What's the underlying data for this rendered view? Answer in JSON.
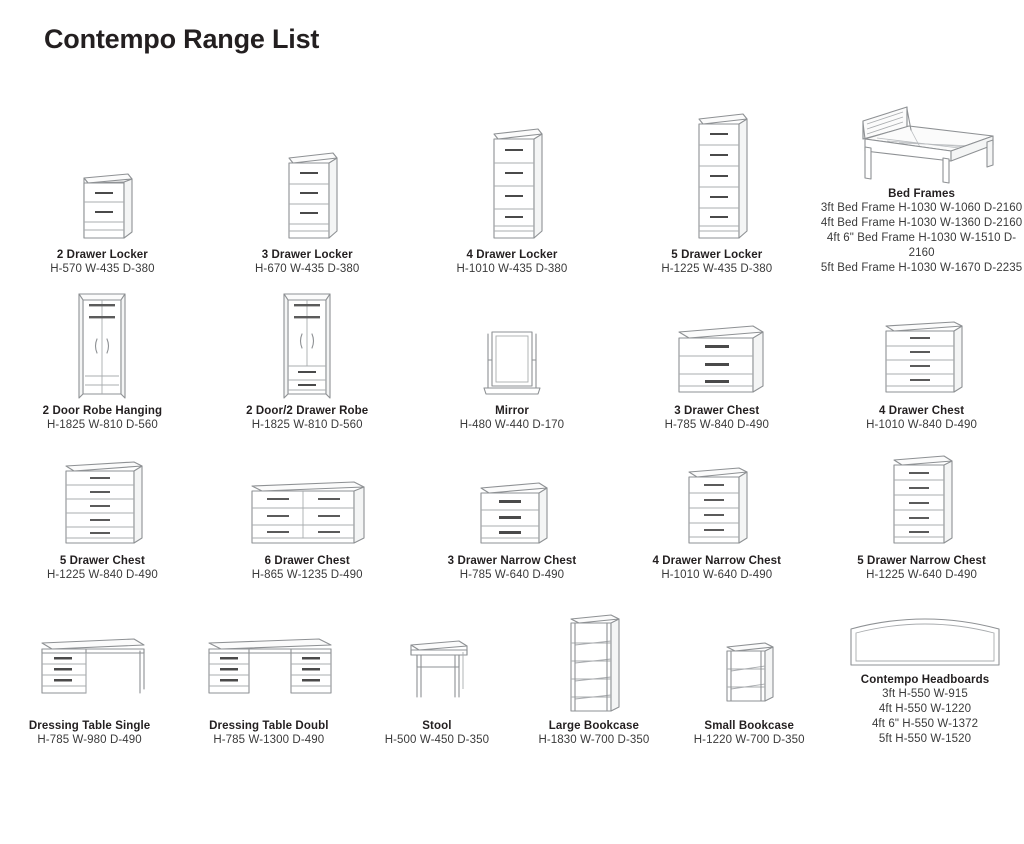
{
  "document": {
    "title": "Contempo Range List",
    "background_color": "#ffffff",
    "text_color": "#231f20",
    "line_art_color": "#8e9194"
  },
  "rows": [
    {
      "items": [
        {
          "name": "2 Drawer Locker",
          "dims": "H-570 W-435 D-380",
          "icon": "locker-2-drawer"
        },
        {
          "name": "3 Drawer Locker",
          "dims": "H-670 W-435 D-380",
          "icon": "locker-3-drawer"
        },
        {
          "name": "4 Drawer Locker",
          "dims": "H-1010 W-435 D-380",
          "icon": "locker-4-drawer"
        },
        {
          "name": "5 Drawer Locker",
          "dims": "H-1225 W-435 D-380",
          "icon": "locker-5-drawer"
        },
        {
          "name": "Bed Frames",
          "dims": "3ft Bed Frame H-1030 W-1060 D-2160\n4ft Bed Frame H-1030 W-1360 D-2160\n4ft 6\" Bed Frame H-1030 W-1510 D-2160\n5ft Bed Frame H-1030 W-1670 D-2235",
          "icon": "bed-frame"
        }
      ]
    },
    {
      "items": [
        {
          "name": "2 Door Robe Hanging",
          "dims": "H-1825 W-810 D-560",
          "icon": "robe-2-door-hanging"
        },
        {
          "name": "2 Door/2 Drawer Robe",
          "dims": "H-1825 W-810 D-560",
          "icon": "robe-2-door-2-drawer"
        },
        {
          "name": "Mirror",
          "dims": "H-480 W-440 D-170",
          "icon": "mirror"
        },
        {
          "name": "3 Drawer Chest",
          "dims": "H-785 W-840 D-490",
          "icon": "chest-3-drawer"
        },
        {
          "name": "4 Drawer Chest",
          "dims": "H-1010 W-840 D-490",
          "icon": "chest-4-drawer"
        }
      ]
    },
    {
      "items": [
        {
          "name": "5 Drawer Chest",
          "dims": "H-1225 W-840 D-490",
          "icon": "chest-5-drawer"
        },
        {
          "name": "6 Drawer Chest",
          "dims": "H-865 W-1235 D-490",
          "icon": "chest-6-drawer"
        },
        {
          "name": "3 Drawer Narrow Chest",
          "dims": "H-785 W-640 D-490",
          "icon": "narrow-chest-3-drawer"
        },
        {
          "name": "4 Drawer Narrow Chest",
          "dims": "H-1010 W-640 D-490",
          "icon": "narrow-chest-4-drawer"
        },
        {
          "name": "5 Drawer Narrow Chest",
          "dims": "H-1225 W-640 D-490",
          "icon": "narrow-chest-5-drawer"
        }
      ]
    },
    {
      "items": [
        {
          "name": "Dressing Table Single",
          "dims": "H-785 W-980 D-490",
          "icon": "dressing-table-single"
        },
        {
          "name": "Dressing Table Doubl",
          "dims": "H-785 W-1300 D-490",
          "icon": "dressing-table-double"
        },
        {
          "name": "Stool",
          "dims": "H-500 W-450 D-350",
          "icon": "stool"
        },
        {
          "name": "Large Bookcase",
          "dims": "H-1830 W-700 D-350",
          "icon": "bookcase-large"
        },
        {
          "name": "Small Bookcase",
          "dims": "H-1220 W-700 D-350",
          "icon": "bookcase-small"
        },
        {
          "name": "Contempo Headboards",
          "dims": "3ft H-550 W-915\n4ft H-550 W-1220\n4ft 6\" H-550 W-1372\n5ft H-550 W-1520",
          "icon": "headboard"
        }
      ]
    }
  ]
}
